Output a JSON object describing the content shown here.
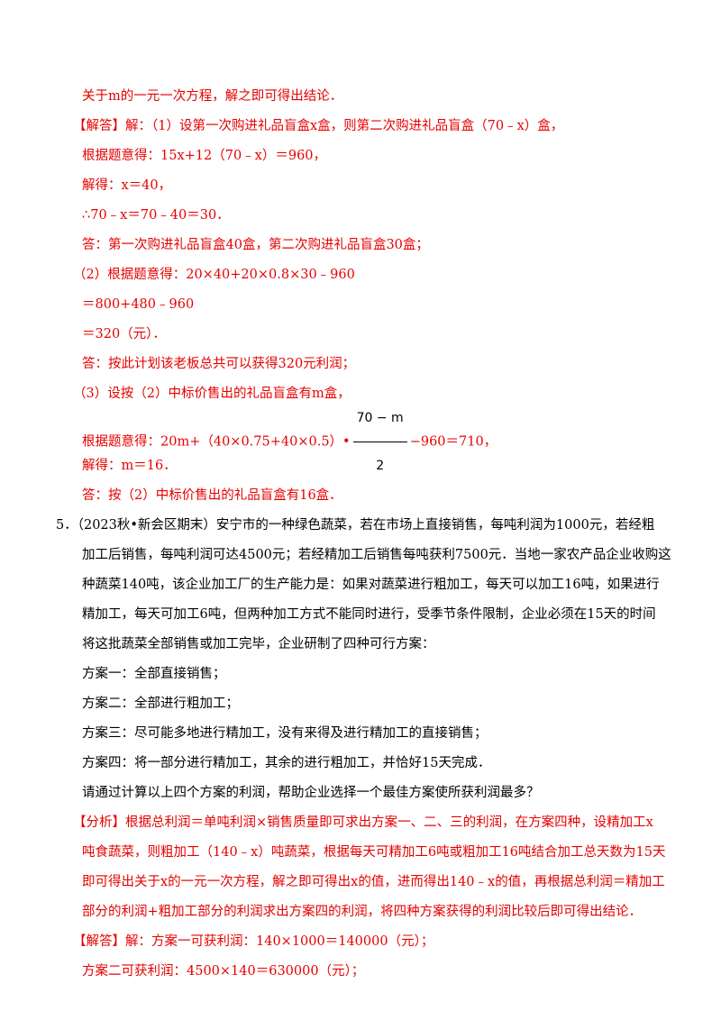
{
  "lines": [
    "关于m的一元一次方程，解之即可得出结论．",
    "【解答】解：（1）设第一次购进礼品盲盒x盒，则第二次购进礼品盲盒（70﹣x）盒，",
    "根据题意得：15x+12（70﹣x）＝960，",
    "解得：x＝40，",
    "∴70﹣x＝70﹣40＝30．",
    "答：第一次购进礼品盲盒40盒，第二次购进礼品盲盒30盒；",
    "（2）根据题意得：20×40+20×0.8×30﹣960",
    "＝800+480﹣960",
    "＝320（元）．",
    "答：按此计划该老板总共可以获得320元利润；",
    "（3）设按（2）中标价售出的礼品盲盒有m盒，"
  ],
  "equation": {
    "prefix": "根据题意得：20m+（40×0.75+40×0.5）•",
    "numerator": "70 − m",
    "denominator": "2",
    "suffix": "−960＝710，"
  },
  "lines2": [
    "解得：m＝16．",
    "答：按（2）中标价售出的礼品盲盒有16盒．"
  ],
  "question": [
    "5．（2023秋•新会区期末）安宁市的一种绿色蔬菜，若在市场上直接销售，每吨利润为1000元，若经粗",
    "加工后销售，每吨利润可达4500元；若经精加工后销售每吨获利7500元．当地一家农产品企业收购这",
    "种蔬菜140吨，该企业加工厂的生产能力是：如果对蔬菜进行粗加工，每天可以加工16吨，如果进行",
    "精加工，每天可加工6吨，但两种加工方式不能同时进行，受季节条件限制，企业必须在15天的时间",
    "将这批蔬菜全部销售或加工完毕，企业研制了四种可行方案：",
    "方案一：全部直接销售；",
    "方案二：全部进行粗加工；",
    "方案三：尽可能多地进行精加工，没有来得及进行精加工的直接销售；",
    "方案四：将一部分进行精加工，其余的进行粗加工，并恰好15天完成．",
    "请通过计算以上四个方案的利润，帮助企业选择一个最佳方案使所获利润最多？"
  ],
  "analysis": [
    "【分析】根据总利润＝单吨利润×销售质量即可求出方案一、二、三的利润，在方案四种，设精加工x",
    "吨食蔬菜，则粗加工（140﹣x）吨蔬菜，根据每天可精加工6吨或粗加工16吨结合加工总天数为15天",
    "即可得出关于x的一元一次方程，解之即可得出x的值，进而得出140﹣x的值，再根据总利润＝精加工",
    "部分的利润+粗加工部分的利润求出方案四的利润，将四种方案获得的利润比较后即可得出结论．",
    "【解答】解：方案一可获利润：140×1000＝140000（元）；",
    "方案二可获利润：4500×140＝630000（元）；"
  ]
}
